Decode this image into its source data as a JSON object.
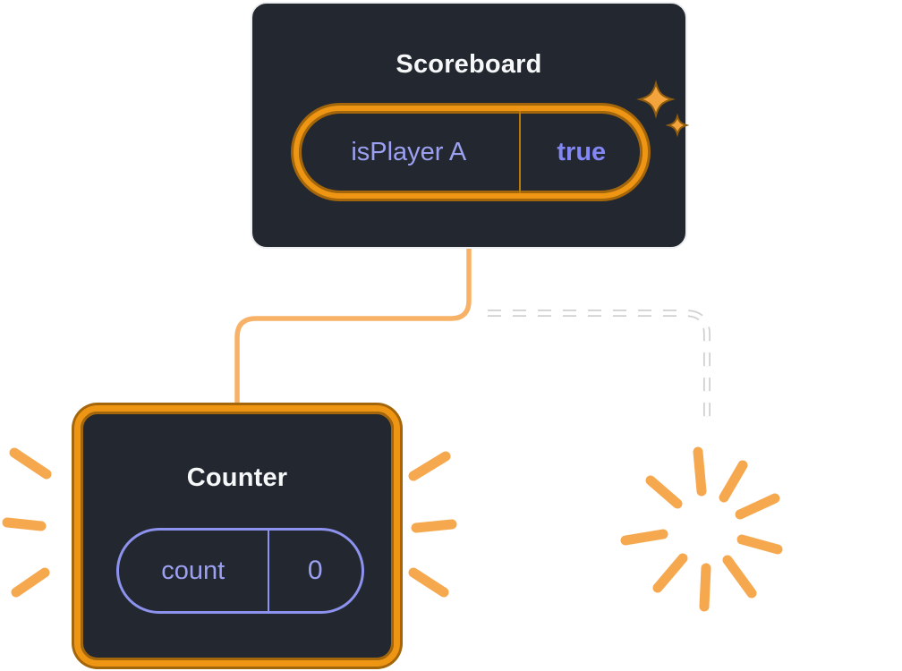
{
  "diagram": {
    "scoreboard": {
      "title": "Scoreboard",
      "state_pill": {
        "key": "isPlayer A",
        "value": "true"
      }
    },
    "counter": {
      "title": "Counter",
      "state_pill": {
        "key": "count",
        "value": "0"
      }
    }
  },
  "colors": {
    "box_background": "#23272f",
    "box_border_light": "#eceef0",
    "highlight_orange": "#ee9514",
    "highlight_orange_dark": "#a4660a",
    "connector_solid": "#f7b267",
    "connector_dashed": "#ffffff",
    "connector_dashed_halo": "#d0d0d0",
    "burst_orange": "#f6a84f",
    "sparkle_orange": "#f3a43c",
    "state_key_text": "#9ba0f0",
    "state_value_text": "#8287f5",
    "title_text": "#f6f7f9",
    "pill_divider_orange": "#b8790b",
    "pill_divider_lavender": "#8d92ee"
  }
}
